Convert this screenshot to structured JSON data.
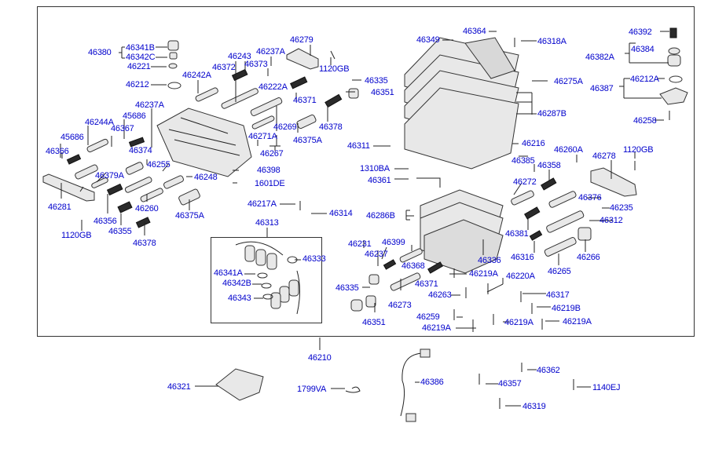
{
  "diagram": {
    "title": "Automatic transmission valve body exploded view",
    "assembly_number": "46210",
    "label_color": "#0000cc",
    "labels": [
      {
        "id": "l46380",
        "text": "46380"
      },
      {
        "id": "l46341B",
        "text": "46341B"
      },
      {
        "id": "l46342C",
        "text": "46342C"
      },
      {
        "id": "l46221",
        "text": "46221"
      },
      {
        "id": "l46212",
        "text": "46212"
      },
      {
        "id": "l46242A",
        "text": "46242A"
      },
      {
        "id": "l46372",
        "text": "46372"
      },
      {
        "id": "l46243",
        "text": "46243"
      },
      {
        "id": "l46373",
        "text": "46373"
      },
      {
        "id": "l46237A_top",
        "text": "46237A"
      },
      {
        "id": "l46222A",
        "text": "46222A"
      },
      {
        "id": "l46279",
        "text": "46279"
      },
      {
        "id": "l1120GB_top",
        "text": "1120GB"
      },
      {
        "id": "l46335_top",
        "text": "46335"
      },
      {
        "id": "l46351_top",
        "text": "46351"
      },
      {
        "id": "l46371_top",
        "text": "46371"
      },
      {
        "id": "l46378_top",
        "text": "46378"
      },
      {
        "id": "l46269",
        "text": "46269"
      },
      {
        "id": "l46271A",
        "text": "46271A"
      },
      {
        "id": "l46375A_top",
        "text": "46375A"
      },
      {
        "id": "l46267",
        "text": "46267"
      },
      {
        "id": "l46237A_left",
        "text": "46237A"
      },
      {
        "id": "l45686_a",
        "text": "45686"
      },
      {
        "id": "l46244A",
        "text": "46244A"
      },
      {
        "id": "l46367",
        "text": "46367"
      },
      {
        "id": "l45686_b",
        "text": "45686"
      },
      {
        "id": "l46366",
        "text": "46366"
      },
      {
        "id": "l46374",
        "text": "46374"
      },
      {
        "id": "l46255",
        "text": "46255"
      },
      {
        "id": "l46379A",
        "text": "46379A"
      },
      {
        "id": "l46248",
        "text": "46248"
      },
      {
        "id": "l46398",
        "text": "46398"
      },
      {
        "id": "l1601DE",
        "text": "1601DE"
      },
      {
        "id": "l46281",
        "text": "46281"
      },
      {
        "id": "l46356",
        "text": "46356"
      },
      {
        "id": "l46260",
        "text": "46260"
      },
      {
        "id": "l46375A_bot",
        "text": "46375A"
      },
      {
        "id": "l46355",
        "text": "46355"
      },
      {
        "id": "l1120GB_left",
        "text": "1120GB"
      },
      {
        "id": "l46378_bot",
        "text": "46378"
      },
      {
        "id": "l46217A",
        "text": "46217A"
      },
      {
        "id": "l46314",
        "text": "46314"
      },
      {
        "id": "l46313",
        "text": "46313"
      },
      {
        "id": "l46333",
        "text": "46333"
      },
      {
        "id": "l46341A",
        "text": "46341A"
      },
      {
        "id": "l46342B",
        "text": "46342B"
      },
      {
        "id": "l46343",
        "text": "46343"
      },
      {
        "id": "l46349",
        "text": "46349"
      },
      {
        "id": "l46364",
        "text": "46364"
      },
      {
        "id": "l46318A",
        "text": "46318A"
      },
      {
        "id": "l46275A",
        "text": "46275A"
      },
      {
        "id": "l46287B",
        "text": "46287B"
      },
      {
        "id": "l46216",
        "text": "46216"
      },
      {
        "id": "l46311",
        "text": "46311"
      },
      {
        "id": "l1310BA",
        "text": "1310BA"
      },
      {
        "id": "l46361",
        "text": "46361"
      },
      {
        "id": "l46286B",
        "text": "46286B"
      },
      {
        "id": "l46231",
        "text": "46231"
      },
      {
        "id": "l46237",
        "text": "46237"
      },
      {
        "id": "l46399",
        "text": "46399"
      },
      {
        "id": "l46368",
        "text": "46368"
      },
      {
        "id": "l46335_bot",
        "text": "46335"
      },
      {
        "id": "l46371_bot",
        "text": "46371"
      },
      {
        "id": "l46273",
        "text": "46273"
      },
      {
        "id": "l46351_bot",
        "text": "46351"
      },
      {
        "id": "l46336",
        "text": "46336"
      },
      {
        "id": "l46219A_1",
        "text": "46219A"
      },
      {
        "id": "l46220A",
        "text": "46220A"
      },
      {
        "id": "l46263",
        "text": "46263"
      },
      {
        "id": "l46317",
        "text": "46317"
      },
      {
        "id": "l46219B",
        "text": "46219B"
      },
      {
        "id": "l46259",
        "text": "46259"
      },
      {
        "id": "l46219A_2",
        "text": "46219A"
      },
      {
        "id": "l46219A_3",
        "text": "46219A"
      },
      {
        "id": "l46219A_4",
        "text": "46219A"
      },
      {
        "id": "l46392",
        "text": "46392"
      },
      {
        "id": "l46382A",
        "text": "46382A"
      },
      {
        "id": "l46384",
        "text": "46384"
      },
      {
        "id": "l46387",
        "text": "46387"
      },
      {
        "id": "l46212A",
        "text": "46212A"
      },
      {
        "id": "l46258",
        "text": "46258"
      },
      {
        "id": "l46385",
        "text": "46385"
      },
      {
        "id": "l46260A",
        "text": "46260A"
      },
      {
        "id": "l46358",
        "text": "46358"
      },
      {
        "id": "l46278",
        "text": "46278"
      },
      {
        "id": "l1120GB_right",
        "text": "1120GB"
      },
      {
        "id": "l46272",
        "text": "46272"
      },
      {
        "id": "l46376",
        "text": "46376"
      },
      {
        "id": "l46235",
        "text": "46235"
      },
      {
        "id": "l46312",
        "text": "46312"
      },
      {
        "id": "l46381",
        "text": "46381"
      },
      {
        "id": "l46316",
        "text": "46316"
      },
      {
        "id": "l46266",
        "text": "46266"
      },
      {
        "id": "l46265",
        "text": "46265"
      },
      {
        "id": "l46210",
        "text": "46210"
      },
      {
        "id": "l46321",
        "text": "46321"
      },
      {
        "id": "l1799VA",
        "text": "1799VA"
      },
      {
        "id": "l46386",
        "text": "46386"
      },
      {
        "id": "l46362",
        "text": "46362"
      },
      {
        "id": "l46357",
        "text": "46357"
      },
      {
        "id": "l1140EJ",
        "text": "1140EJ"
      },
      {
        "id": "l46319",
        "text": "46319"
      }
    ]
  }
}
